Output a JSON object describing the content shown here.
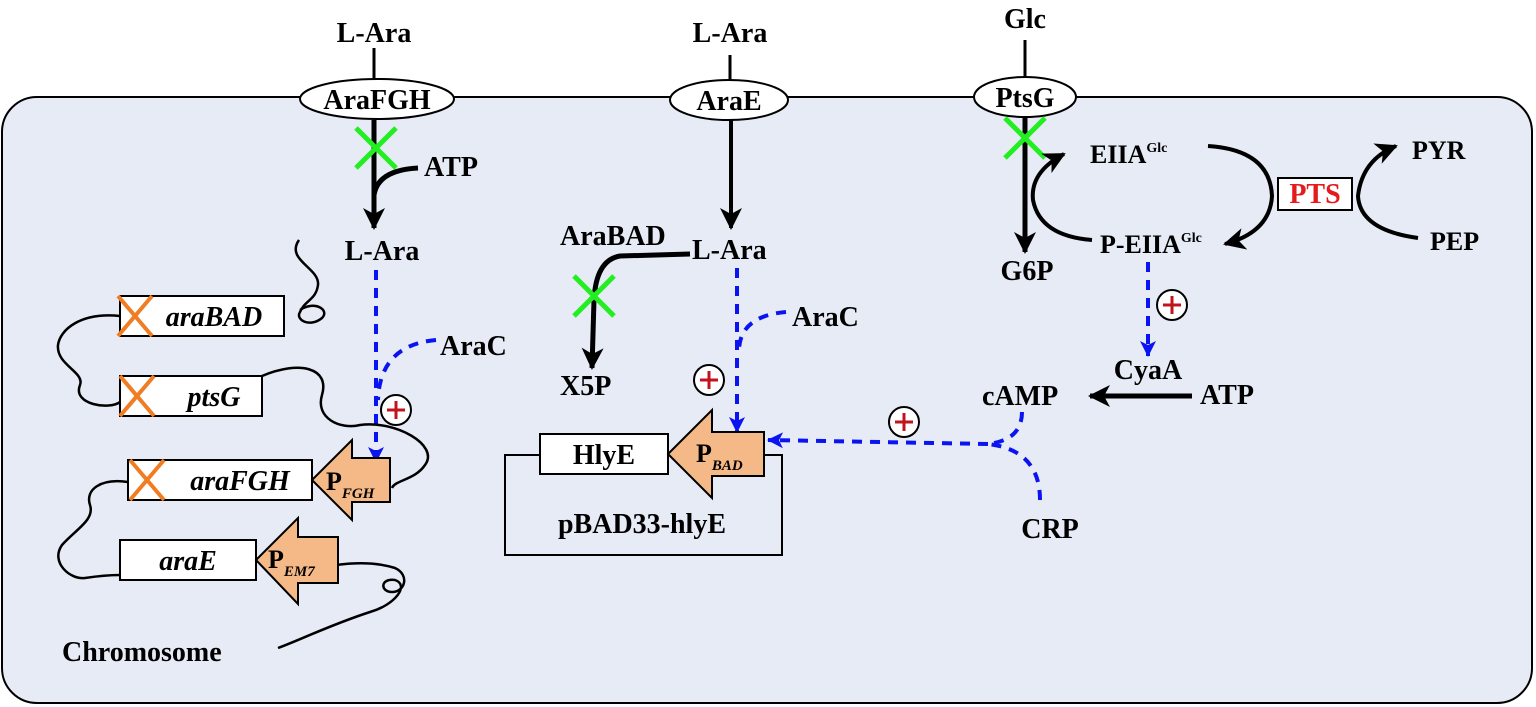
{
  "inputs": {
    "lara_left": "L-Ara",
    "lara_mid": "L-Ara",
    "glc": "Glc"
  },
  "transporters": {
    "arafgh": "AraFGH",
    "arae": "AraE",
    "ptsg": "PtsG"
  },
  "left_pathway": {
    "atp": "ATP",
    "lara": "L-Ara",
    "arac": "AraC"
  },
  "chromosome": {
    "label": "Chromosome",
    "genes": {
      "arabad": "araBAD",
      "ptsg": "ptsG",
      "arafgh": "araFGH",
      "arae": "araE"
    },
    "promoters": {
      "pfgh_main": "P",
      "pfgh_sub": "FGH",
      "pem7_main": "P",
      "pem7_sub": "EM7"
    }
  },
  "middle_pathway": {
    "arabad": "AraBAD",
    "lara": "L-Ara",
    "x5p": "X5P",
    "arac": "AraC"
  },
  "plasmid": {
    "name": "pBAD33-hlyE",
    "gene": "HlyE",
    "promoter_main": "P",
    "promoter_sub": "BAD"
  },
  "right_pathway": {
    "eiia_main": "EIIA",
    "eiia_sup": "Glc",
    "peiia_main": "P-EIIA",
    "peiia_sup": "Glc",
    "pts": "PTS",
    "pyr": "PYR",
    "pep": "PEP",
    "g6p": "G6P",
    "cyaa": "CyaA",
    "camp": "cAMP",
    "atp": "ATP",
    "crp": "CRP"
  },
  "colors": {
    "cytoplasm": "#e6ebf5",
    "promoter": "#f5b987",
    "knockout_gene": "#f07d23",
    "knockout_flux": "#22ee22",
    "activation": "#0a14f0",
    "plus_sign": "#c0141e",
    "pts_text": "#e41a1c"
  }
}
